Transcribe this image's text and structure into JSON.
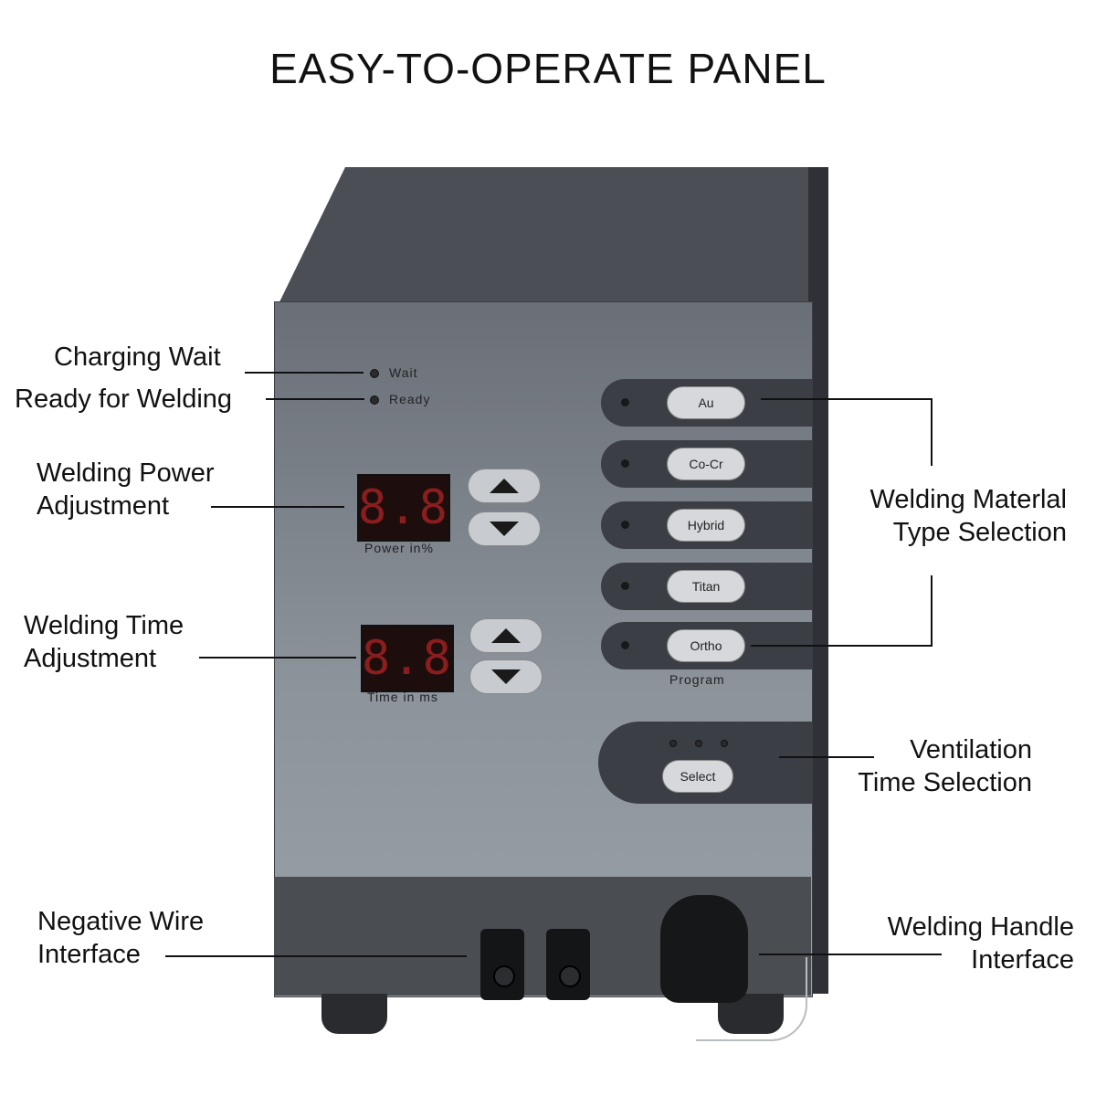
{
  "title": "EASY-TO-OPERATE PANEL",
  "callouts": {
    "charging_wait": "Charging Wait",
    "ready_for_welding": "Ready for Welding",
    "welding_power_line1": "Welding Power",
    "welding_power_line2": "Adjustment",
    "welding_time_line1": "Welding Time",
    "welding_time_line2": "Adjustment",
    "material_line1": "Welding Materlal",
    "material_line2": "Type Selection",
    "ventilation_line1": "Ventilation",
    "ventilation_line2": "Time Selection",
    "negative_line1": "Negative Wire",
    "negative_line2": "Interface",
    "handle_line1": "Welding Handle",
    "handle_line2": "Interface"
  },
  "panel": {
    "wait_label": "Wait",
    "ready_label": "Ready",
    "power_display": "8.8",
    "power_caption": "Power  in%",
    "time_display": "8.8",
    "time_caption": "Time  in  ms",
    "materials": [
      "Au",
      "Co-Cr",
      "Hybrid",
      "Titan",
      "Ortho"
    ],
    "program_label": "Program",
    "select_label": "Select"
  },
  "colors": {
    "front_panel": "#8c939b",
    "top_face": "#4b4e55",
    "button_strip": "#3b3e44",
    "display_red": "#8a1d1d"
  }
}
